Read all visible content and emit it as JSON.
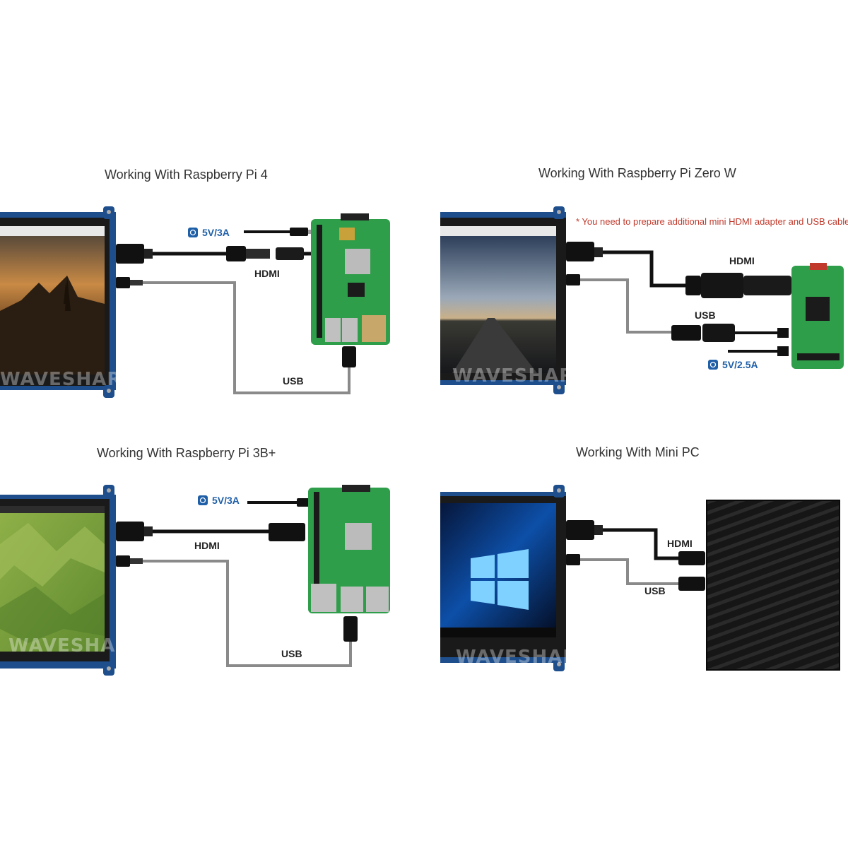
{
  "panels": [
    {
      "title": "Working With Raspberry Pi 4",
      "power": "5V/3A",
      "hdmi": "HDMI",
      "usb": "USB",
      "watermark": "WAVESHARE"
    },
    {
      "title": "Working With Raspberry Pi Zero W",
      "note": "* You need to prepare additional mini HDMI adapter and USB cable",
      "power": "5V/2.5A",
      "hdmi": "HDMI",
      "usb": "USB",
      "watermark": "WAVESHARE"
    },
    {
      "title": "Working With Raspberry Pi 3B+",
      "power": "5V/3A",
      "hdmi": "HDMI",
      "usb": "USB",
      "watermark": "WAVESHARE"
    },
    {
      "title": "Working With Mini PC",
      "hdmi": "HDMI",
      "usb": "USB",
      "watermark": "WAVESHARE"
    }
  ],
  "colors": {
    "hdmi_cable": "#111111",
    "usb_cable": "#8a8a8a",
    "pcb_green": "#2e9e4a",
    "power_blue": "#1f5fa8",
    "note_red": "#c0392b",
    "display_frame": "#1a1a1a",
    "display_backplate": "#1e4f8c"
  },
  "icons": [
    "power-icon",
    "raspberry-pi-board",
    "mini-pc-box",
    "hdmi-connector",
    "usb-connector",
    "windows-logo"
  ]
}
